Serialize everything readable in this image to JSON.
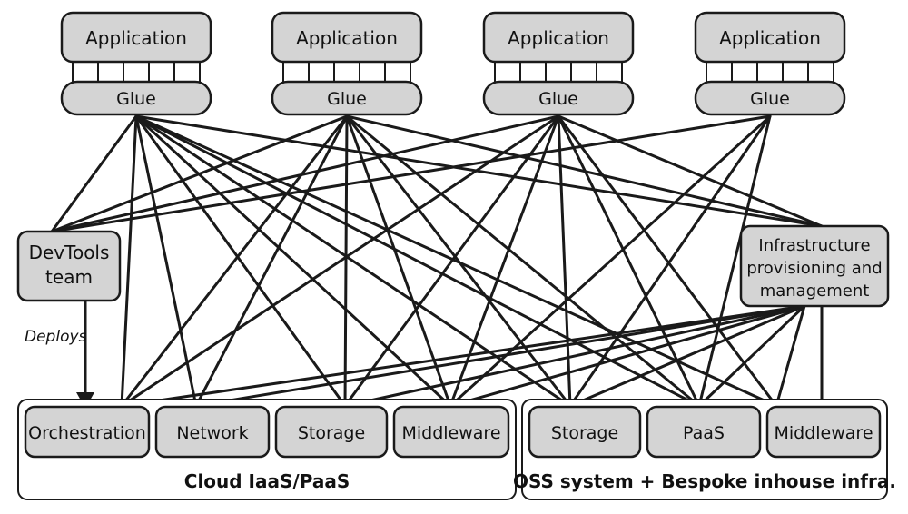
{
  "colors": {
    "fill": "#d4d4d4",
    "stroke": "#1a1a1a",
    "background": "#ffffff"
  },
  "applications": [
    {
      "label": "Application",
      "glue": "Glue"
    },
    {
      "label": "Application",
      "glue": "Glue"
    },
    {
      "label": "Application",
      "glue": "Glue"
    },
    {
      "label": "Application",
      "glue": "Glue"
    }
  ],
  "devtools": {
    "line1": "DevTools",
    "line2": "team"
  },
  "deploys_label": "Deploys",
  "infra": {
    "line1": "Infrastructure",
    "line2": "provisioning and",
    "line3": "management"
  },
  "cloud": {
    "label": "Cloud IaaS/PaaS",
    "items": [
      "Orchestration",
      "Network",
      "Storage",
      "Middleware"
    ]
  },
  "oss": {
    "label": "OSS system + Bespoke inhouse infra.",
    "items": [
      "Storage",
      "PaaS",
      "Middleware"
    ]
  }
}
